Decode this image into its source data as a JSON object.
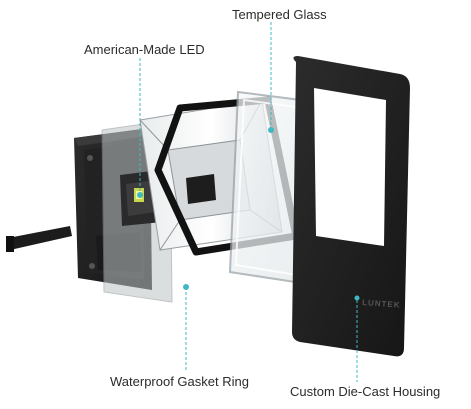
{
  "callouts": {
    "tempered_glass": "Tempered Glass",
    "american_made_led": "American-Made LED",
    "waterproof_gasket_ring": "Waterproof Gasket Ring",
    "custom_die_cast_housing": "Custom Die-Cast Housing"
  },
  "brand_mark": "LUNTEK",
  "colors": {
    "callout_line": "#3fb8c4",
    "housing": "#1e1e1e",
    "gasket": "#121212",
    "glass": "#e9eef0",
    "led_highlight": "#c8d84a"
  }
}
